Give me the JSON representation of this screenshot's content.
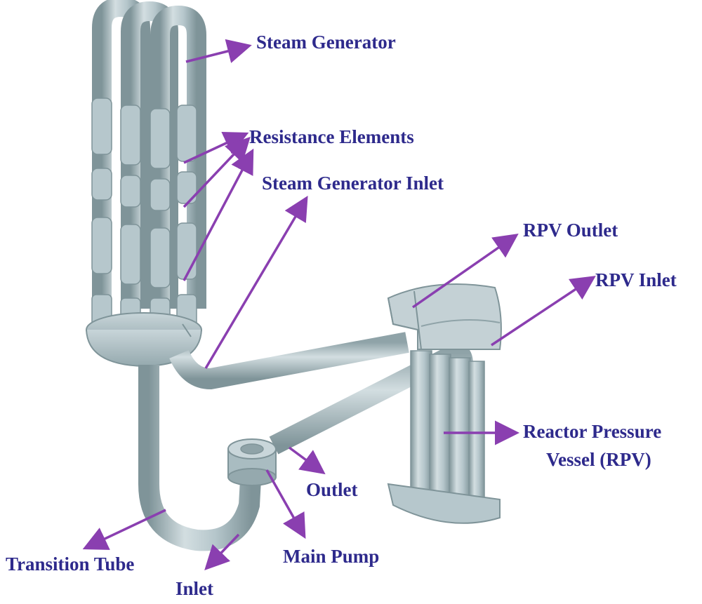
{
  "colors": {
    "label_text": "#2e2a8c",
    "arrow": "#8a3fb0",
    "metal_light": "#c9d6da",
    "metal_mid": "#a9bcc1",
    "metal_dark": "#7f9499"
  },
  "labels": {
    "steam_generator": "Steam Generator",
    "resistance_elements": "Resistance Elements",
    "steam_generator_inlet": "Steam Generator Inlet",
    "rpv_outlet": "RPV Outlet",
    "rpv_inlet": "RPV Inlet",
    "reactor_pressure_vessel_line1": "Reactor Pressure",
    "reactor_pressure_vessel_line2": "Vessel (RPV)",
    "outlet": "Outlet",
    "main_pump": "Main Pump",
    "transition_tube": "Transition Tube",
    "inlet": "Inlet"
  }
}
